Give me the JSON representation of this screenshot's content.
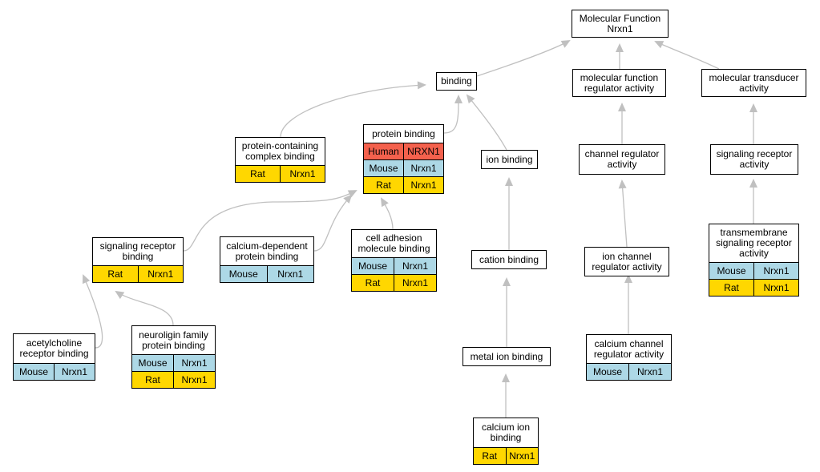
{
  "colors": {
    "Human": "#f4614d",
    "Mouse": "#add8e6",
    "Rat": "#ffd700",
    "edge": "#c0c0c0"
  },
  "nodes": [
    {
      "id": "mf",
      "title": [
        "Molecular Function",
        "Nrxn1"
      ],
      "rows": []
    },
    {
      "id": "binding",
      "title": [
        "binding"
      ],
      "rows": []
    },
    {
      "id": "mfra",
      "title": [
        "molecular function",
        "regulator activity"
      ],
      "rows": []
    },
    {
      "id": "mta",
      "title": [
        "molecular transducer",
        "activity"
      ],
      "rows": []
    },
    {
      "id": "pcb",
      "title": [
        "protein-containing",
        "complex binding"
      ],
      "rows": [
        {
          "species": "Rat",
          "gene": "Nrxn1"
        }
      ]
    },
    {
      "id": "pb",
      "title": [
        "protein binding"
      ],
      "rows": [
        {
          "species": "Human",
          "gene": "NRXN1"
        },
        {
          "species": "Mouse",
          "gene": "Nrxn1"
        },
        {
          "species": "Rat",
          "gene": "Nrxn1"
        }
      ]
    },
    {
      "id": "ionb",
      "title": [
        "ion binding"
      ],
      "rows": []
    },
    {
      "id": "cra",
      "title": [
        "channel regulator",
        "activity"
      ],
      "rows": []
    },
    {
      "id": "sra",
      "title": [
        "signaling receptor",
        "activity"
      ],
      "rows": []
    },
    {
      "id": "srb",
      "title": [
        "signaling receptor",
        "binding"
      ],
      "rows": [
        {
          "species": "Rat",
          "gene": "Nrxn1"
        }
      ]
    },
    {
      "id": "cdpb",
      "title": [
        "calcium-dependent",
        "protein binding"
      ],
      "rows": [
        {
          "species": "Mouse",
          "gene": "Nrxn1"
        }
      ]
    },
    {
      "id": "camb",
      "title": [
        "cell adhesion",
        "molecule binding"
      ],
      "rows": [
        {
          "species": "Mouse",
          "gene": "Nrxn1"
        },
        {
          "species": "Rat",
          "gene": "Nrxn1"
        }
      ]
    },
    {
      "id": "catb",
      "title": [
        "cation binding"
      ],
      "rows": []
    },
    {
      "id": "icra",
      "title": [
        "ion channel",
        "regulator activity"
      ],
      "rows": []
    },
    {
      "id": "tsra",
      "title": [
        "transmembrane",
        "signaling receptor",
        "activity"
      ],
      "rows": [
        {
          "species": "Mouse",
          "gene": "Nrxn1"
        },
        {
          "species": "Rat",
          "gene": "Nrxn1"
        }
      ]
    },
    {
      "id": "acrb",
      "title": [
        "acetylcholine",
        "receptor binding"
      ],
      "rows": [
        {
          "species": "Mouse",
          "gene": "Nrxn1"
        }
      ]
    },
    {
      "id": "nfpb",
      "title": [
        "neuroligin family",
        "protein binding"
      ],
      "rows": [
        {
          "species": "Mouse",
          "gene": "Nrxn1"
        },
        {
          "species": "Rat",
          "gene": "Nrxn1"
        }
      ]
    },
    {
      "id": "mib",
      "title": [
        "metal ion binding"
      ],
      "rows": []
    },
    {
      "id": "ccra",
      "title": [
        "calcium channel",
        "regulator activity"
      ],
      "rows": [
        {
          "species": "Mouse",
          "gene": "Nrxn1"
        }
      ]
    },
    {
      "id": "cib",
      "title": [
        "calcium ion",
        "binding"
      ],
      "rows": [
        {
          "species": "Rat",
          "gene": "Nrxn1"
        }
      ]
    }
  ],
  "edges": [
    {
      "from": "binding",
      "to": "mf"
    },
    {
      "from": "mfra",
      "to": "mf"
    },
    {
      "from": "mta",
      "to": "mf"
    },
    {
      "from": "pcb",
      "to": "binding"
    },
    {
      "from": "pb",
      "to": "binding"
    },
    {
      "from": "ionb",
      "to": "binding"
    },
    {
      "from": "cra",
      "to": "mfra"
    },
    {
      "from": "sra",
      "to": "mta"
    },
    {
      "from": "srb",
      "to": "pb"
    },
    {
      "from": "cdpb",
      "to": "pb"
    },
    {
      "from": "camb",
      "to": "pb"
    },
    {
      "from": "catb",
      "to": "ionb"
    },
    {
      "from": "icra",
      "to": "cra"
    },
    {
      "from": "tsra",
      "to": "sra"
    },
    {
      "from": "acrb",
      "to": "srb"
    },
    {
      "from": "nfpb",
      "to": "srb"
    },
    {
      "from": "mib",
      "to": "catb"
    },
    {
      "from": "ccra",
      "to": "icra"
    },
    {
      "from": "cib",
      "to": "mib"
    }
  ]
}
